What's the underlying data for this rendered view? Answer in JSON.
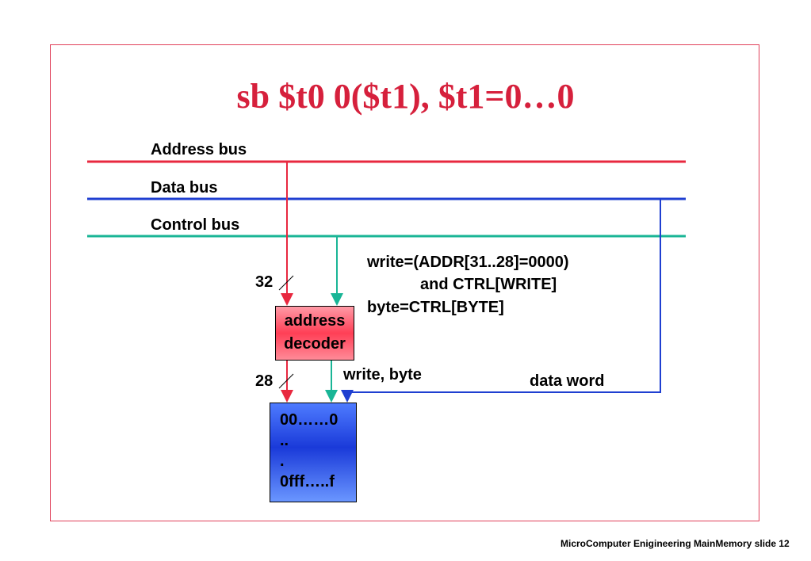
{
  "title": "sb $t0 0($t1), $t1=0…0",
  "buses": {
    "address": "Address bus",
    "data": "Data bus",
    "control": "Control bus"
  },
  "widths": {
    "addr_in": "32",
    "addr_out": "28"
  },
  "condition": {
    "line1": "write=(ADDR[31..28]=0000)",
    "line2": "and CTRL[WRITE]",
    "line3": "byte=CTRL[BYTE]"
  },
  "decoder": {
    "line1": "address",
    "line2": "decoder"
  },
  "signals": {
    "write_byte": "write, byte",
    "data_word": "data word"
  },
  "memory": {
    "line1": "00……0",
    "line2": "..",
    "line3": ".",
    "line4": "0fff…..f"
  },
  "footer": "MicroComputer Enigineering MainMemory slide 12",
  "colors": {
    "address_bus": "#e8283f",
    "data_bus": "#1f3fd1",
    "control_bus": "#19b596",
    "title": "#d6203c",
    "frame": "#e0405a"
  }
}
